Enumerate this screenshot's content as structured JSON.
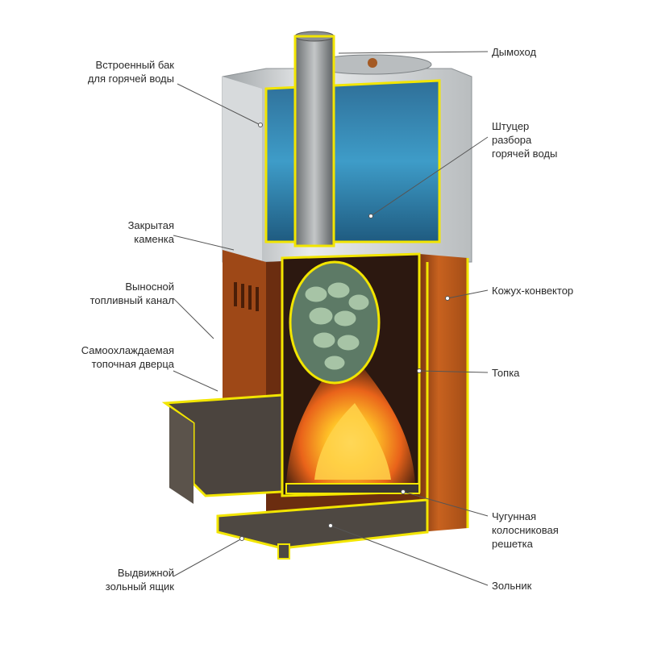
{
  "labels": {
    "tank": "Встроенный бак\nдля горячей воды",
    "stones": "Закрытая\nкаменка",
    "channel": "Выносной\nтопливный канал",
    "door": "Самоохлаждаемая\nтопочная дверца",
    "ashbox": "Выдвижной\nзольный ящик",
    "chimney": "Дымоход",
    "fitting": "Штуцер\nразбора\nгорячей воды",
    "convector": "Кожух-конвектор",
    "firebox": "Топка",
    "grate": "Чугунная\nколосниковая\nрешетка",
    "ashpit": "Зольник"
  },
  "colors": {
    "steel": "#c9ccce",
    "water": "#2f7fa8",
    "casing": "#b4561c",
    "outline": "#f2e500",
    "dark": "#3a2a22",
    "fire": "#f08a1a",
    "stone": "#7c9a80",
    "leader": "#555555"
  }
}
